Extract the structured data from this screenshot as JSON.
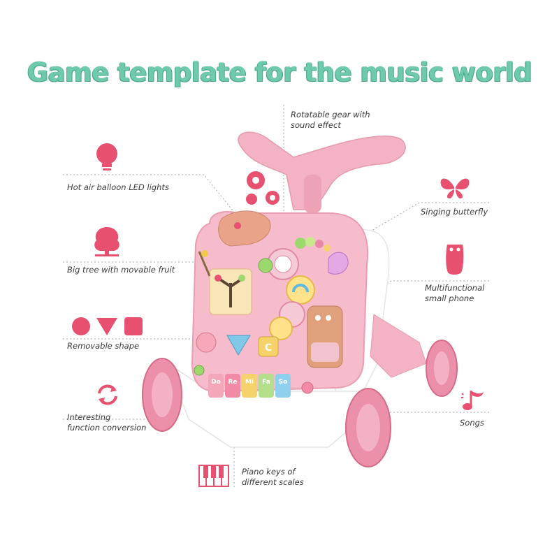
{
  "title": "Game template for the music world",
  "colors": {
    "title": "#6fc9ad",
    "accent": "#e8506f",
    "toy_pink": "#f2a9bd",
    "wheel": "#e8849f"
  },
  "features": {
    "gear": {
      "line1": "Rotatable gear with",
      "line2": "sound effect",
      "icon": "gears-icon"
    },
    "led": {
      "label": "Hot air balloon LED lights",
      "icon": "lightbulb-icon"
    },
    "butterfly": {
      "label": "Singing butterfly",
      "icon": "butterfly-icon"
    },
    "tree": {
      "label": "Big tree with movable fruit",
      "icon": "tree-icon"
    },
    "phone": {
      "line1": "Multifunctional",
      "line2": "small phone",
      "icon": "phone-icon"
    },
    "shape": {
      "label": "Removable shape",
      "icon": "shapes-icon"
    },
    "conversion": {
      "line1": "Interesting",
      "line2": "function conversion",
      "icon": "arrows-cycle-icon"
    },
    "songs": {
      "label": "Songs",
      "icon": "music-note-icon"
    },
    "piano": {
      "line1": "Piano keys of",
      "line2": "different scales",
      "icon": "piano-icon"
    }
  },
  "piano_keys": [
    "Do",
    "Re",
    "Mi",
    "Fa",
    "So"
  ],
  "shape_letter": "C"
}
